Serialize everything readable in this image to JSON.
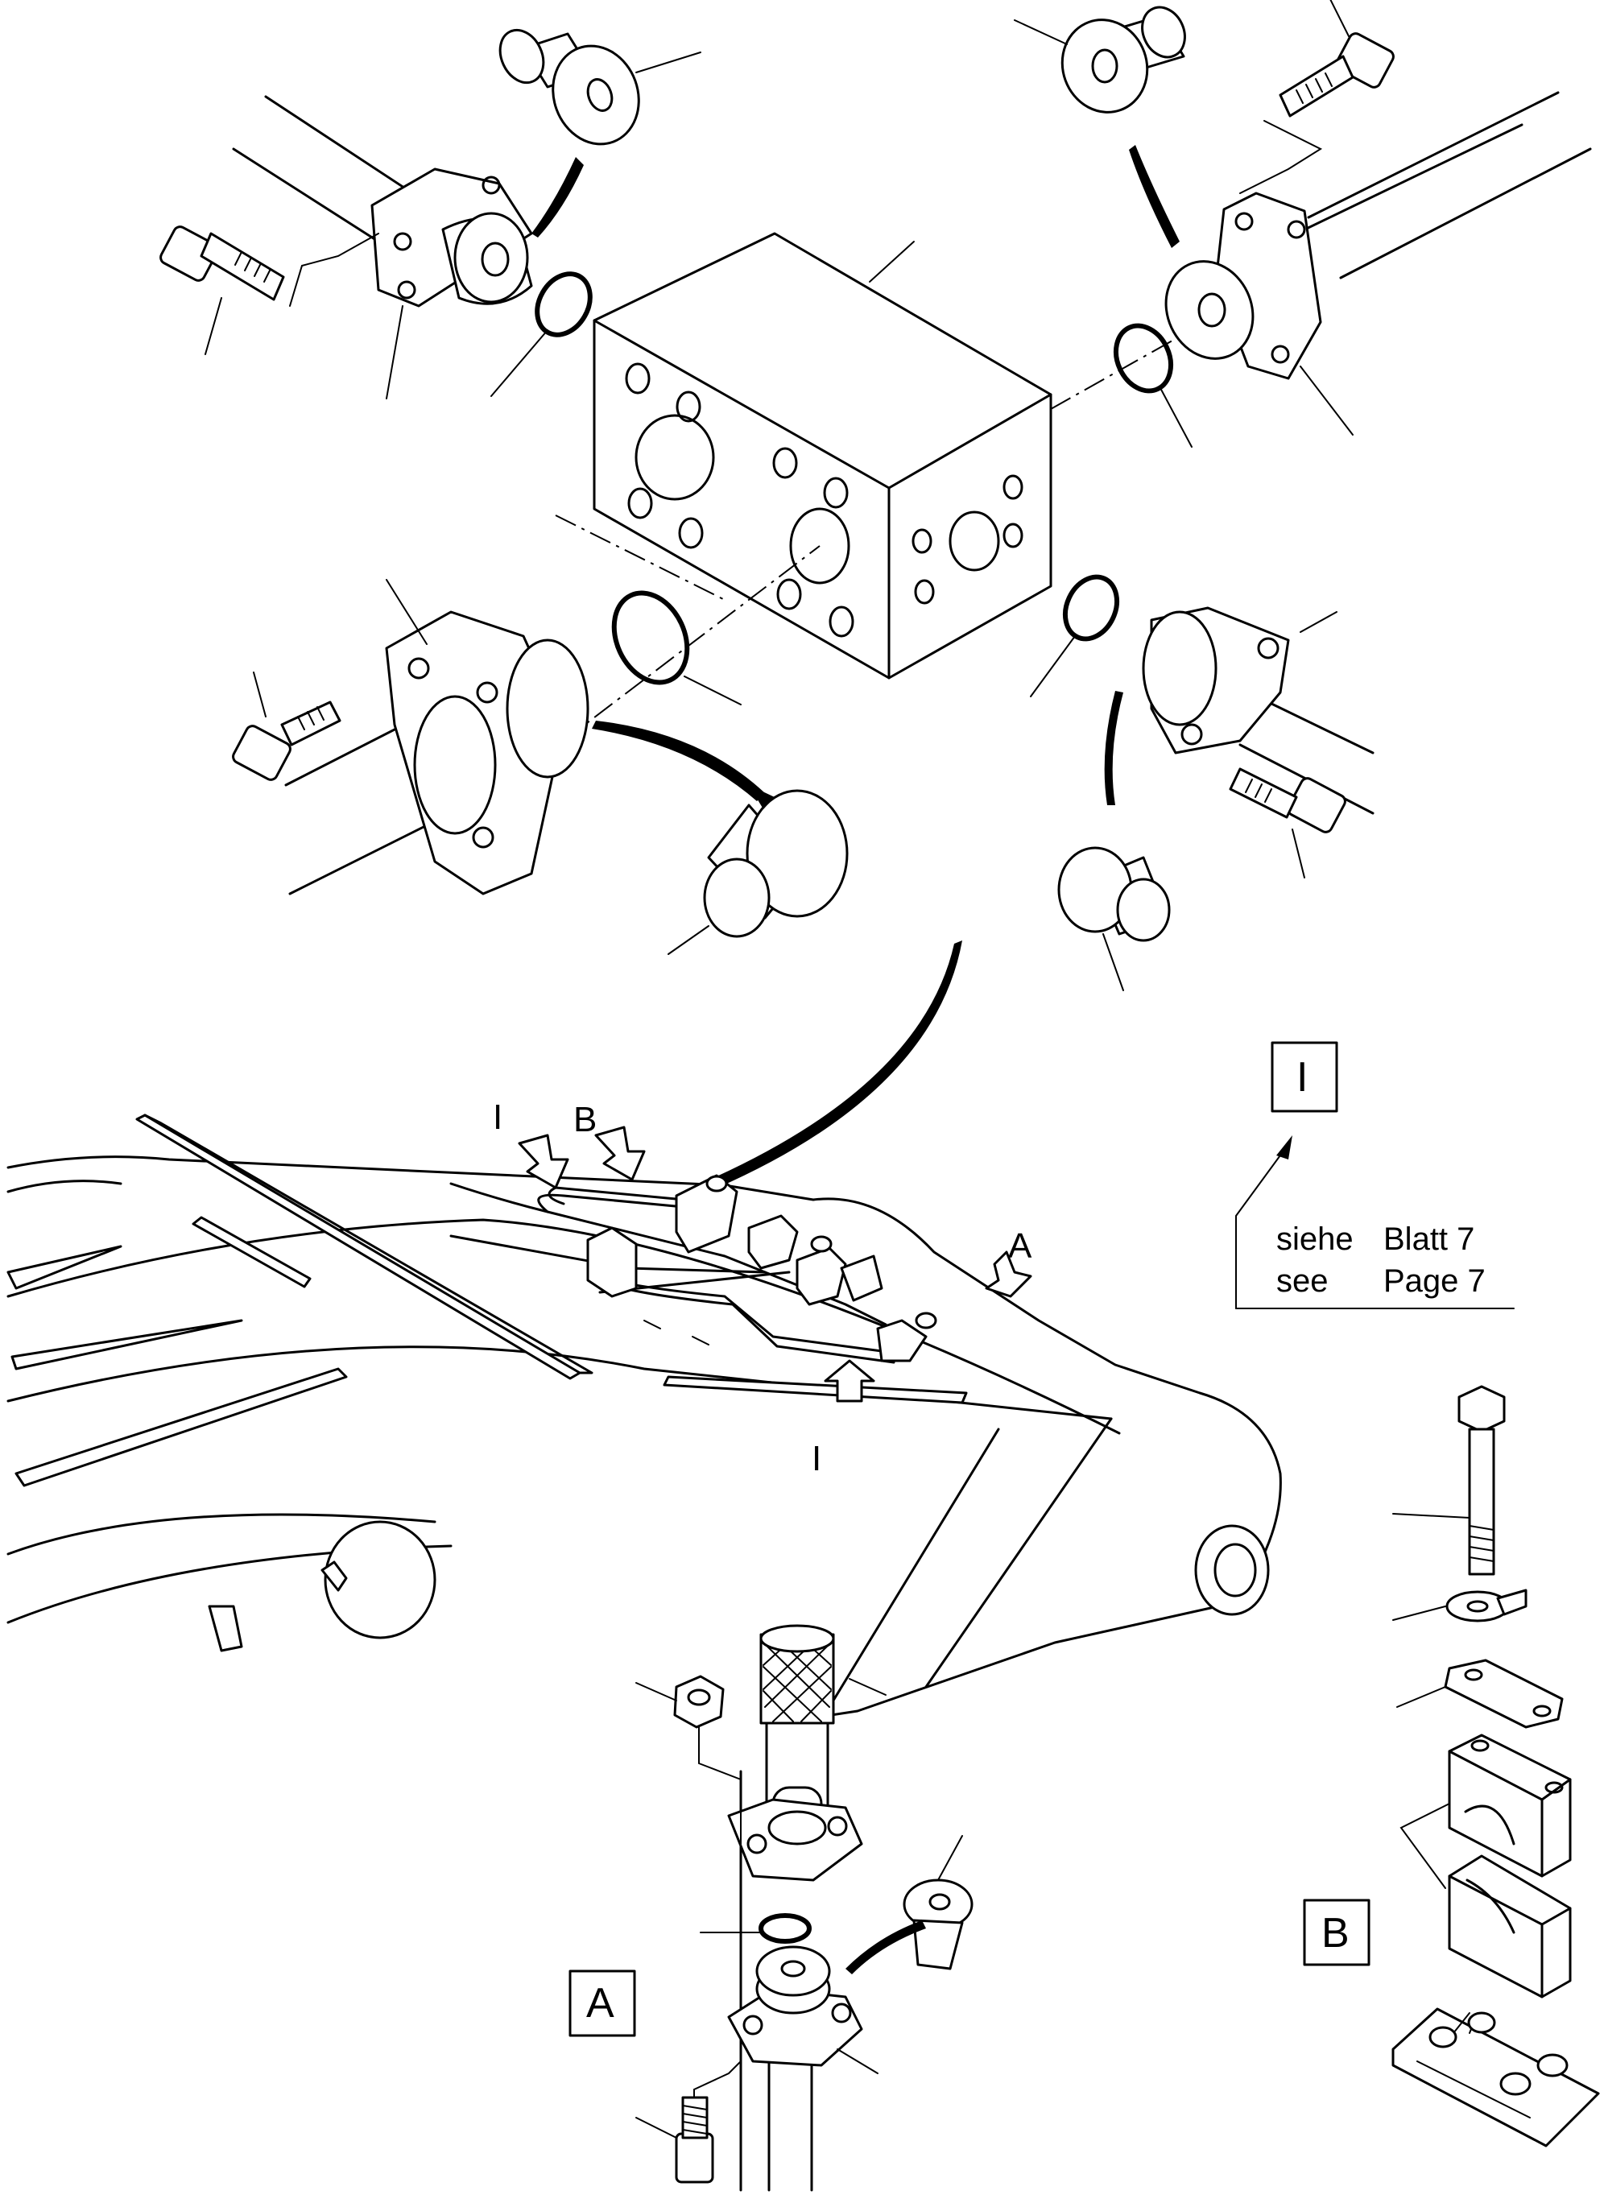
{
  "labels": {
    "view_i": "I",
    "view_b": "B",
    "view_a": "A",
    "arrow_i_top": "I",
    "arrow_b": "B",
    "arrow_a": "A",
    "arrow_i_bottom": "I"
  },
  "cross_reference": {
    "line1_word": "siehe",
    "line1_ref": "Blatt  7",
    "line2_word": "see",
    "line2_ref": "Page 7"
  },
  "colors": {
    "ink": "#000000",
    "paper": "#ffffff"
  }
}
